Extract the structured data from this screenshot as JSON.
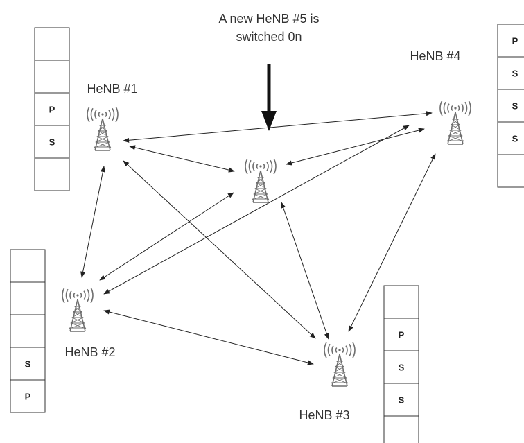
{
  "annotation": {
    "line1": "A new HeNB #5 is",
    "line2": "switched 0n"
  },
  "nodes": [
    {
      "id": "henb1",
      "label": "HeNB #1"
    },
    {
      "id": "henb2",
      "label": "HeNB #2"
    },
    {
      "id": "henb3",
      "label": "HeNB #3"
    },
    {
      "id": "henb4",
      "label": "HeNB #4"
    },
    {
      "id": "henb5",
      "label": ""
    }
  ],
  "slot_tables": {
    "henb1": [
      "",
      "",
      "P",
      "S",
      ""
    ],
    "henb2": [
      "",
      "",
      "",
      "S",
      "P"
    ],
    "henb3": [
      "",
      "P",
      "S",
      "S",
      ""
    ],
    "henb4": [
      "P",
      "S",
      "S",
      "S",
      ""
    ]
  },
  "links": [
    [
      "henb1",
      "henb4"
    ],
    [
      "henb1",
      "henb5"
    ],
    [
      "henb1",
      "henb2"
    ],
    [
      "henb1",
      "henb3"
    ],
    [
      "henb5",
      "henb4"
    ],
    [
      "henb5",
      "henb2"
    ],
    [
      "henb5",
      "henb3"
    ],
    [
      "henb4",
      "henb2"
    ],
    [
      "henb4",
      "henb3"
    ],
    [
      "henb2",
      "henb3"
    ]
  ],
  "colors": {
    "line": "#222222",
    "text": "#333333",
    "tower": "#6e6e6e"
  },
  "icons": {
    "antenna": "antenna-tower-icon",
    "annotation_arrow": "down-arrow-icon"
  }
}
